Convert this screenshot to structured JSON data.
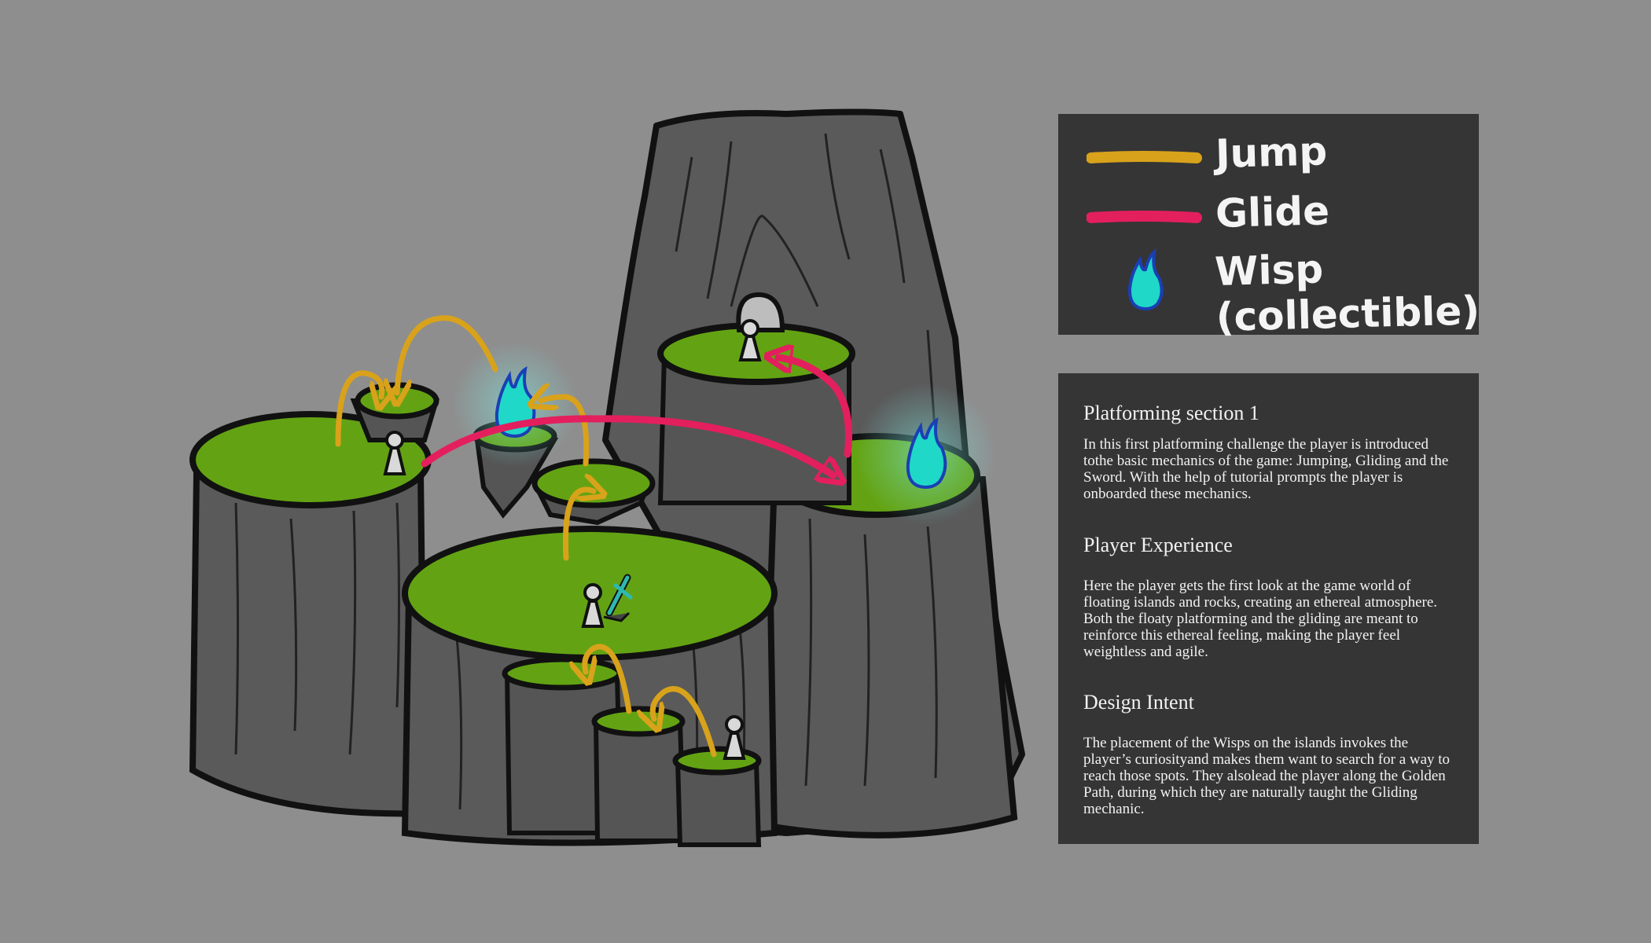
{
  "legend": {
    "items": [
      {
        "label": "Jump",
        "color": "#d9a21b",
        "icon": "yellow-line"
      },
      {
        "label": "Glide",
        "color": "#e41f5e",
        "icon": "pink-line"
      },
      {
        "label": "Wisp (collectible)",
        "color": "#1fd8c8",
        "icon": "wisp-flame-icon"
      }
    ]
  },
  "info": {
    "sections": [
      {
        "title": "Platforming section 1",
        "body": "In this first platforming challenge the player is introduced tothe basic mechanics of the game: Jumping, Gliding and the Sword. With the help of tutorial prompts the player is onboarded these mechanics."
      },
      {
        "title": "Player Experience",
        "body": "Here the player gets the first look at the game world of floating islands and rocks, creating an ethereal atmosphere. Both the floaty platforming and the gliding are meant to reinforce this ethereal feeling, making the player feel weightless and agile."
      },
      {
        "title": "Design Intent",
        "body": "The placement of the Wisps on the islands invokes the player’s curiosityand makes them want to search for a way to reach those spots. They alsolead the player along the Golden Path, during which they are naturally taught the Gliding mechanic."
      }
    ]
  },
  "colors": {
    "background": "#8e8e8e",
    "panel": "#353535",
    "grass": "#63a313",
    "rock": "#5a5a5a",
    "jump": "#d9a21b",
    "glide": "#e41f5e",
    "wisp": "#1fd8c8"
  }
}
